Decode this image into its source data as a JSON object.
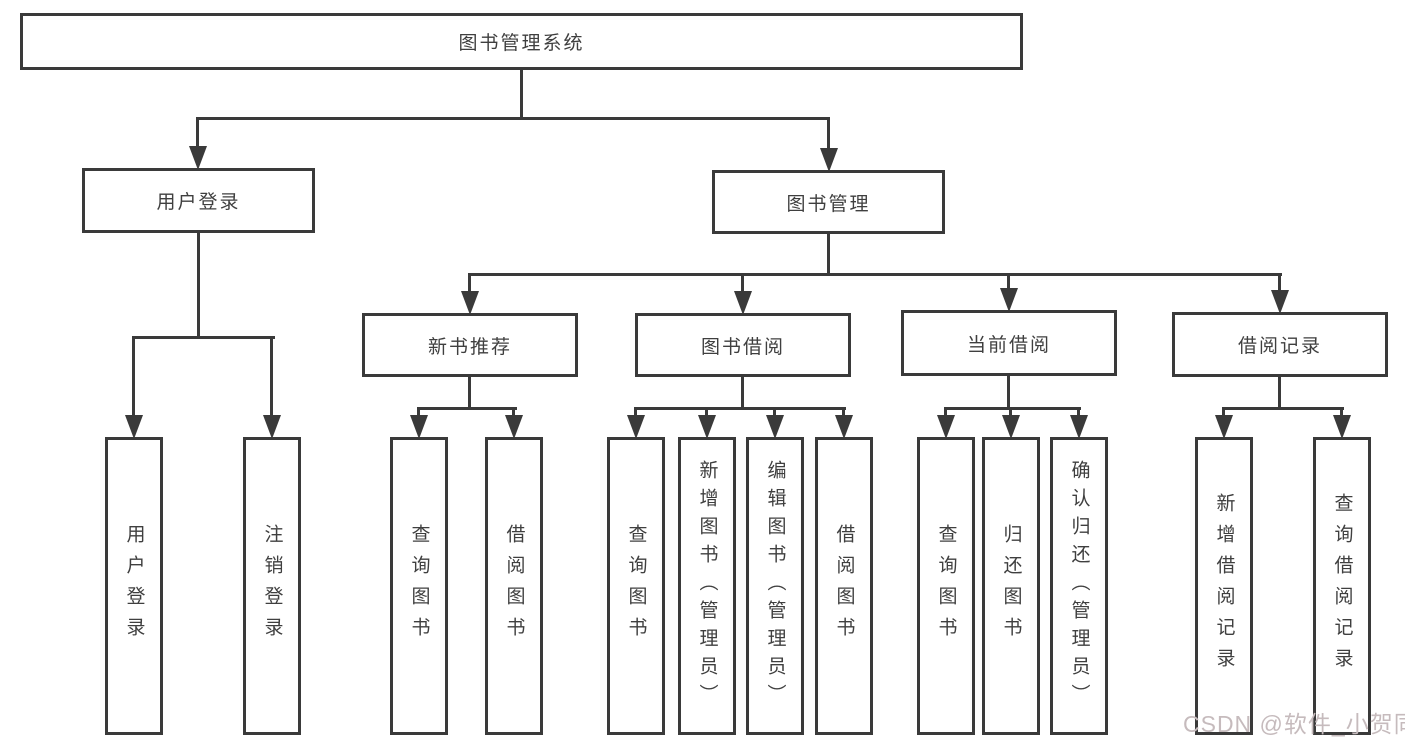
{
  "diagram": {
    "type": "hierarchy",
    "colors": {
      "line": "#3a3a3a",
      "text": "#3f3f3f",
      "box_bg": "#ffffff",
      "watermark": "#c6bbbd"
    },
    "tree": {
      "root": {
        "label": "图书管理系统",
        "children": [
          {
            "label": "用户登录",
            "children": [
              {
                "label": "用户登录"
              },
              {
                "label": "注销登录"
              }
            ]
          },
          {
            "label": "图书管理",
            "children": [
              {
                "label": "新书推荐",
                "children": [
                  {
                    "label": "查询图书"
                  },
                  {
                    "label": "借阅图书"
                  }
                ]
              },
              {
                "label": "图书借阅",
                "children": [
                  {
                    "label": "查询图书"
                  },
                  {
                    "label": "新增图书（管理员）"
                  },
                  {
                    "label": "编辑图书（管理员）"
                  },
                  {
                    "label": "借阅图书"
                  }
                ]
              },
              {
                "label": "当前借阅",
                "children": [
                  {
                    "label": "查询图书"
                  },
                  {
                    "label": "归还图书"
                  },
                  {
                    "label": "确认归还（管理员）"
                  }
                ]
              },
              {
                "label": "借阅记录",
                "children": [
                  {
                    "label": "新增借阅记录"
                  },
                  {
                    "label": "查询借阅记录"
                  }
                ]
              }
            ]
          }
        ]
      }
    },
    "watermark": {
      "text": "CSDN @软件_小贺同学"
    }
  }
}
